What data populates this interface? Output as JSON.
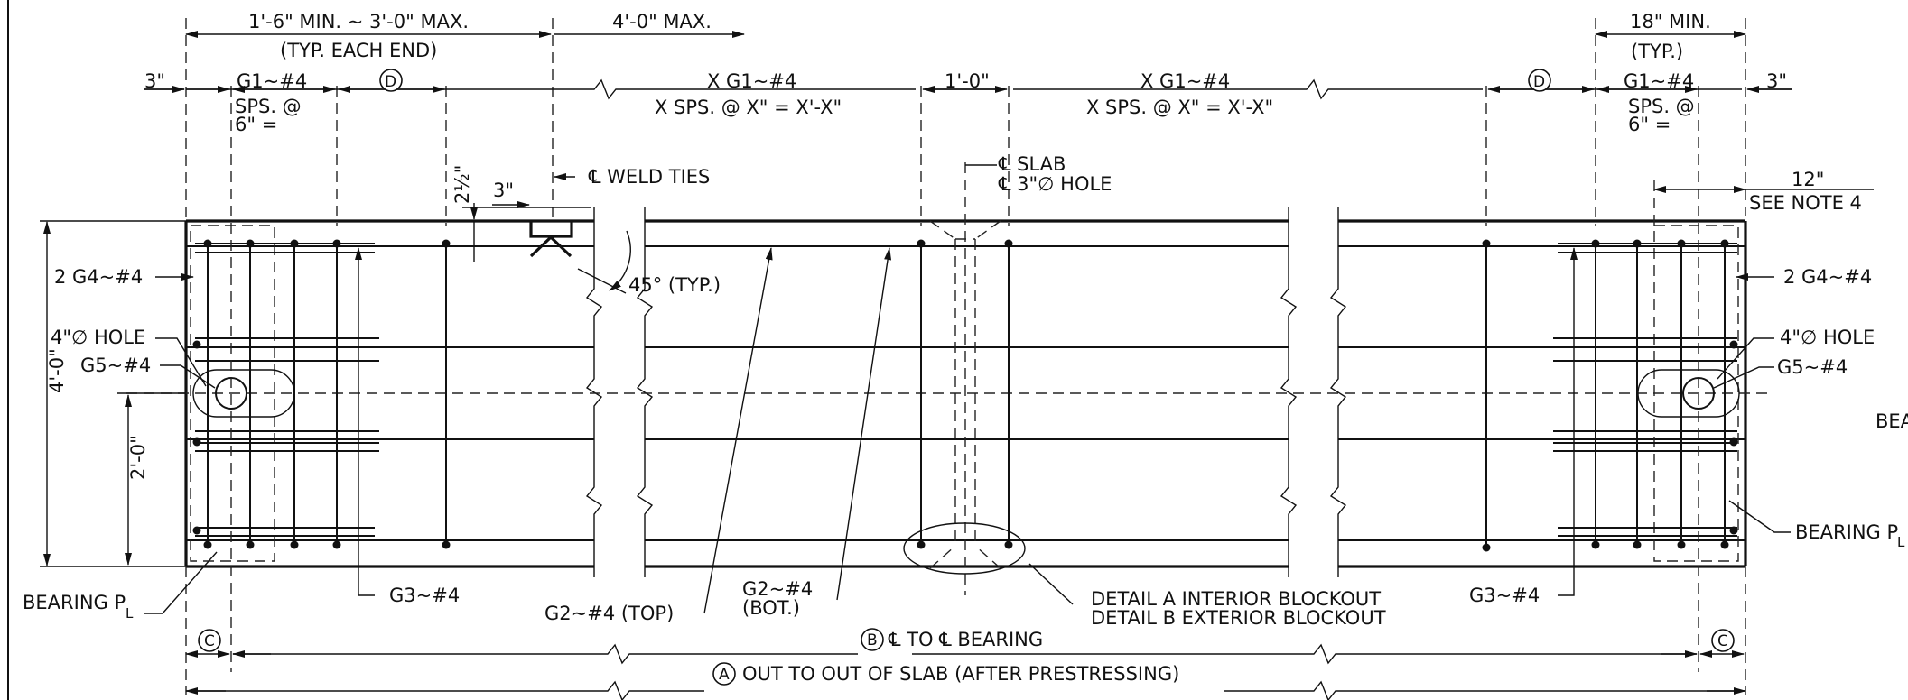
{
  "dims": {
    "top_min_max": "1'-6\" MIN. ~ 3'-0\" MAX.",
    "typ_each_end": "(TYP. EACH END)",
    "max_4ft": "4'-0\" MAX.",
    "min_18": "18\" MIN.",
    "typ": "(TYP.)",
    "three_in_left": "3\"",
    "three_in_right": "3\"",
    "g1_left": "G1~#4",
    "g1_right": "G1~#4",
    "sps_left": "SPS. @",
    "sps_left2": "6\" =",
    "sps_right": "SPS. @",
    "sps_right2": "6\" =",
    "d_left": "D",
    "d_right": "D",
    "xg1_left": "X G1~#4",
    "xg1_left2": "X SPS. @ X\" = X'-X\"",
    "one_ft": "1'-0\"",
    "xg1_right": "X G1~#4",
    "xg1_right2": "X SPS. @ X\" = X'-X\"",
    "two_half": "2½\"",
    "three_in_small": "3\"",
    "twelve_in": "12\"",
    "see_note4": "SEE NOTE 4",
    "four_ft": "4'-0\"",
    "two_ft": "2'-0\"",
    "c_left": "C",
    "c_right": "C",
    "b_mark": "B",
    "b_text": "℄ TO ℄ BEARING",
    "a_mark": "A",
    "a_text": "OUT TO OUT OF SLAB (AFTER PRESTRESSING)"
  },
  "labels": {
    "weld_ties": "℄ WELD TIES",
    "cl_slab": "℄ SLAB",
    "cl_hole": "℄ 3\"∅ HOLE",
    "angle_typ": "45° (TYP.)",
    "g4_left": "2 G4~#4",
    "g4_right": "2 G4~#4",
    "hole_left": "4\"∅ HOLE",
    "hole_right": "4\"∅ HOLE",
    "g5_left": "G5~#4",
    "g5_right": "G5~#4",
    "bea_cut": "BEA",
    "bearing_pl_left": "BEARING P",
    "bearing_pl_left_sub": "L",
    "bearing_pl_right": "BEARING P",
    "bearing_pl_right_sub": "L",
    "g3_left": "G3~#4",
    "g3_right": "G3~#4",
    "g2_top": "G2~#4 (TOP)",
    "g2_bot": "G2~#4",
    "g2_bot2": "(BOT.)",
    "detail_a": "DETAIL A INTERIOR BLOCKOUT",
    "detail_b": "DETAIL B EXTERIOR BLOCKOUT"
  }
}
